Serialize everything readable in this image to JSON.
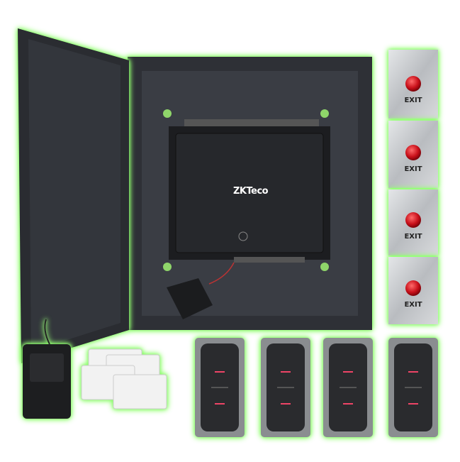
{
  "product": {
    "controller_logo": "ZKTeco",
    "exit_buttons": [
      {
        "label": "EXIT"
      },
      {
        "label": "EXIT"
      },
      {
        "label": "EXIT"
      },
      {
        "label": "EXIT"
      }
    ],
    "reader_count": 4,
    "colors": {
      "glow": "#7dff5a",
      "cabinet": "#2e3036",
      "exit_button": "#d0121b",
      "accent_green": "#6cc04a"
    }
  }
}
